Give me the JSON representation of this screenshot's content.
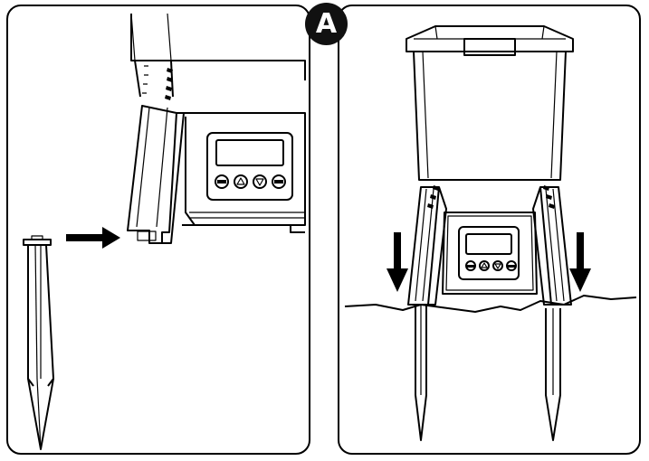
{
  "step_badge": {
    "label": "A"
  },
  "colors": {
    "line": "#000000",
    "badge_bg": "#111111",
    "badge_text": "#ffffff",
    "background": "#ffffff"
  },
  "left_panel": {
    "arrow_direction": "right"
  },
  "right_panel": {
    "arrow_direction": "down"
  }
}
